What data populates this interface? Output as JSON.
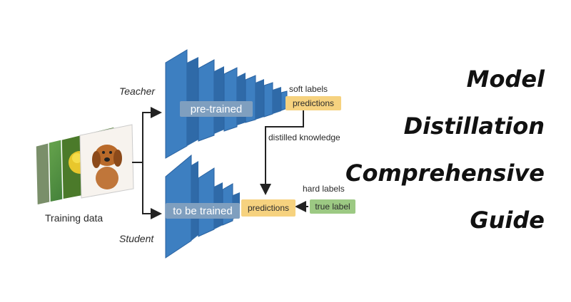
{
  "diagram": {
    "teacher_label": "Teacher",
    "student_label": "Student",
    "training_data_label": "Training data",
    "pretrained_label": "pre-trained",
    "soft_labels_label": "soft labels",
    "teacher_predictions_label": "predictions",
    "distilled_knowledge_label": "distilled knowledge",
    "hard_labels_label": "hard labels",
    "true_label": "true label",
    "to_be_trained_label": "to be trained",
    "student_predictions_label": "predictions"
  },
  "title": {
    "line1": "Model",
    "line2": "Distillation",
    "line3": "Comprehensive",
    "line4": "Guide"
  },
  "colors": {
    "layer_blue": "#3d7fc1",
    "layer_dark_blue": "#2a62a0",
    "predictions_yellow": "#f6d27f",
    "true_label_green": "#9cc983"
  }
}
